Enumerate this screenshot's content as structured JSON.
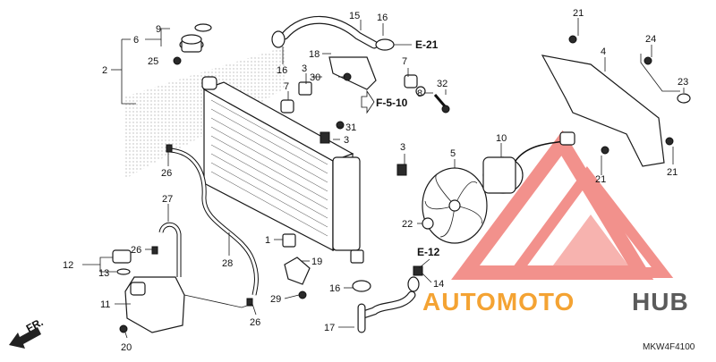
{
  "diagram": {
    "part_numbers": [
      "1",
      "2",
      "3",
      "4",
      "5",
      "6",
      "7",
      "8",
      "9",
      "10",
      "11",
      "12",
      "13",
      "14",
      "15",
      "16",
      "17",
      "18",
      "19",
      "20",
      "21",
      "22",
      "23",
      "24",
      "25",
      "26",
      "27",
      "28",
      "29",
      "30",
      "31",
      "32"
    ],
    "labels": {
      "n21a": "21",
      "n15": "15",
      "n16a": "16",
      "n9": "9",
      "n6": "6",
      "n25": "25",
      "n2": "2",
      "n16b": "16",
      "n18": "18",
      "n3a": "3",
      "n30": "30",
      "n7a": "7",
      "n7b": "7",
      "n8": "8",
      "n32": "32",
      "n31": "31",
      "n3b": "3",
      "n26a": "26",
      "n10": "10",
      "n3c": "3",
      "n5": "5",
      "n4": "4",
      "n24": "24",
      "n23": "23",
      "n21b": "21",
      "n21c": "21",
      "n22": "22",
      "n27": "27",
      "n1": "1",
      "n26b": "26",
      "n12": "12",
      "n13": "13",
      "n28": "28",
      "n19": "19",
      "n11": "11",
      "n16c": "16",
      "n14": "14",
      "n29": "29",
      "n26c": "26",
      "n17": "17",
      "n20": "20"
    },
    "references": {
      "e21": "E-21",
      "f510": "F-5-10",
      "e12": "E-12"
    },
    "front_label": "FR.",
    "diagram_code": "MKW4F4100"
  },
  "watermark": {
    "brand_part1": "AUTOMOTO",
    "brand_part2": "HUB",
    "colors": {
      "logo": "#e8392f",
      "text_orange": "#f39a1e",
      "text_grey": "#4a4a4a"
    }
  }
}
